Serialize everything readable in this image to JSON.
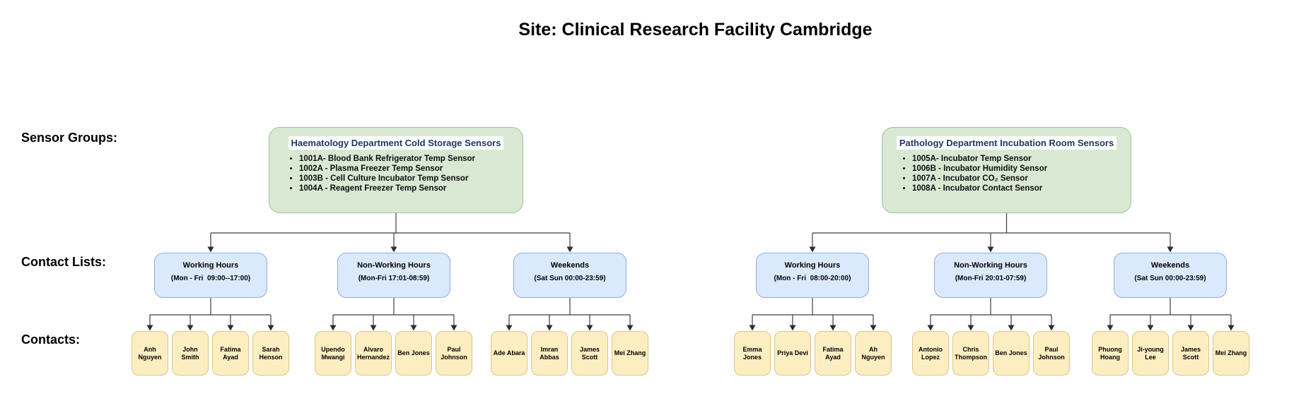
{
  "title": "Site: Clinical Research Facility Cambridge",
  "row_labels": {
    "sensor_groups": "Sensor Groups:",
    "contact_lists": "Contact Lists:",
    "contacts": "Contacts:"
  },
  "colors": {
    "sensor_group_fill": "#d9e8d3",
    "sensor_group_border": "#9fbf97",
    "sensor_group_title_text": "#1f3864",
    "contact_list_fill": "#dbe9fc",
    "contact_list_border": "#8eaedb",
    "contact_fill": "#fdeec2",
    "contact_border": "#ddc489",
    "connector_line": "#3d3d3d"
  },
  "groups": [
    {
      "title": "Haematology Department Cold Storage Sensors",
      "sensors": [
        "1001A- Blood Bank Refrigerator Temp Sensor",
        "1002A - Plasma Freezer Temp Sensor",
        "1003B - Cell Culture Incubator Temp Sensor",
        "1004A - Reagent Freezer Temp Sensor"
      ],
      "contact_lists": [
        {
          "name": "Working Hours",
          "schedule": "(Mon - Fri  09:00--17:00)",
          "contacts": [
            "Anh Nguyen",
            "John Smith",
            "Fatima Ayad",
            "Sarah Henson"
          ]
        },
        {
          "name": "Non-Working Hours",
          "schedule": "(Mon-Fri 17:01-08:59)",
          "contacts": [
            "Upendo Mwangi",
            "Alvaro Hernandez",
            "Ben Jones",
            "Paul Johnson"
          ]
        },
        {
          "name": "Weekends",
          "schedule": "(Sat Sun 00:00-23:59)",
          "contacts": [
            "Ade Abara",
            "Imran Abbas",
            "James Scott",
            "Mei Zhang"
          ]
        }
      ]
    },
    {
      "title": "Pathology Department Incubation Room Sensors",
      "sensors": [
        "1005A- Incubator Temp Sensor",
        "1006B - Incubator Humidity Sensor",
        "1007A - Incubator CO₂ Sensor",
        "1008A - Incubator Contact Sensor"
      ],
      "contact_lists": [
        {
          "name": "Working Hours",
          "schedule": "(Mon - Fri  08:00-20:00)",
          "contacts": [
            "Emma Jones",
            "Priya Devi",
            "Fatima Ayad",
            "Ah Nguyen"
          ]
        },
        {
          "name": "Non-Working Hours",
          "schedule": "(Mon-Fri 20:01-07:59)",
          "contacts": [
            "Antonio Lopez",
            "Chris Thompson",
            "Ben Jones",
            "Paul Johnson"
          ]
        },
        {
          "name": "Weekends",
          "schedule": "(Sat Sun 00:00-23:59)",
          "contacts": [
            "Phuong Hoang",
            "Ji-young Lee",
            "James Scott",
            "Mei Zhang"
          ]
        }
      ]
    }
  ]
}
